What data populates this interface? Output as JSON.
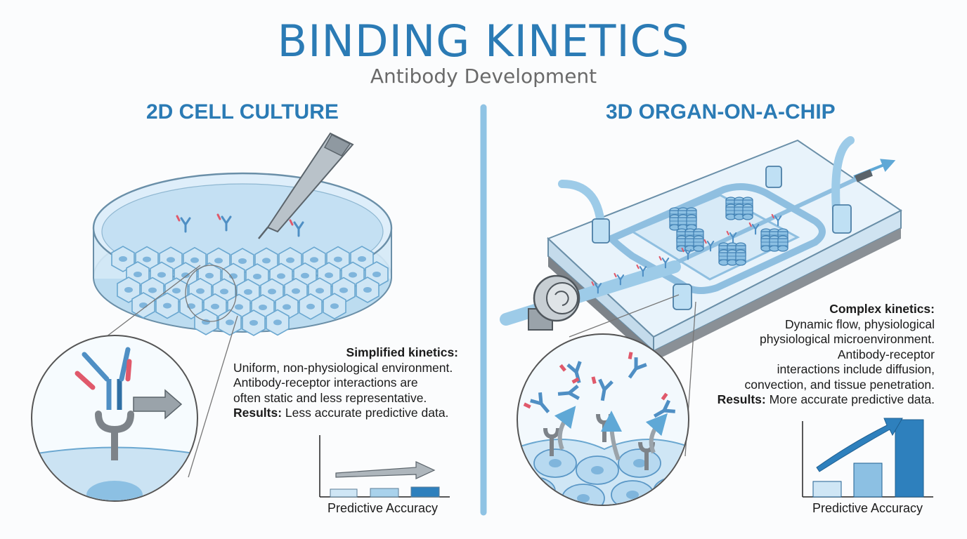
{
  "title": "BINDING KINETICS",
  "subtitle": "Antibody Development",
  "left_panel": {
    "heading": "2D CELL CULTURE",
    "kinetics_title": "Simplified kinetics:",
    "lines": [
      "Uniform, non-physiological environment.",
      "Antibody-receptor interactions are",
      "often static and less representative."
    ],
    "results_label": "Results:",
    "results_text": "Less accurate predictive data.",
    "chart_label": "Predictive Accuracy"
  },
  "right_panel": {
    "heading": "3D ORGAN-ON-A-CHIP",
    "kinetics_title": "Complex kinetics:",
    "lines": [
      "Dynamic flow, physiological",
      "physiological microenvironment.",
      "Antibody-receptor",
      "interactions include diffusion,",
      "convection, and tissue penetration."
    ],
    "results_label": "Results:",
    "results_text": "More accurate predictive data.",
    "chart_label": "Predictive Accuracy"
  },
  "colors": {
    "accent": "#2b7bb5",
    "light_blue": "#a9d2ec",
    "mid_blue": "#5fa8d6",
    "receptor_gray": "#8a8f95",
    "antibody_red": "#e0596b"
  }
}
